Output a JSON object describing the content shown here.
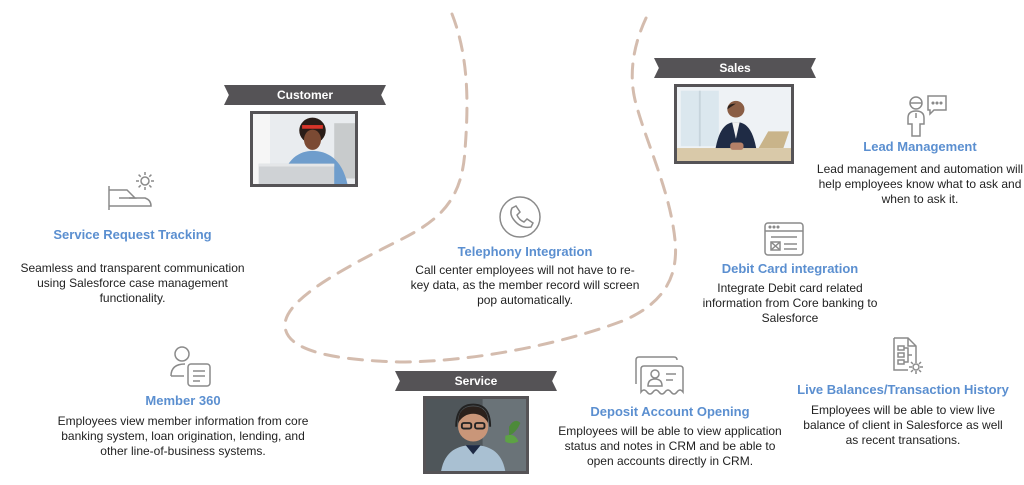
{
  "personas": {
    "customer": {
      "label": "Customer",
      "photo": "woman-with-laptop-photo"
    },
    "sales": {
      "label": "Sales",
      "photo": "businessman-at-desk-photo"
    },
    "service": {
      "label": "Service",
      "photo": "agent-with-headset-photo"
    }
  },
  "features": {
    "service_request": {
      "icon": "hand-gear-icon",
      "title": "Service Request Tracking",
      "desc": "Seamless and transparent communication using Salesforce case management functionality."
    },
    "member360": {
      "icon": "person-document-icon",
      "title": "Member 360",
      "desc": "Employees view member information from core banking system, loan origination, lending, and other line-of-business systems."
    },
    "telephony": {
      "icon": "phone-circle-icon",
      "title": "Telephony Integration",
      "desc": "Call center employees will not have to re-key data, as the member record will screen pop automatically."
    },
    "deposit": {
      "icon": "id-card-icon",
      "title": "Deposit Account Opening",
      "desc": "Employees will be able to view application status and notes in CRM and be able to open accounts directly in CRM."
    },
    "lead": {
      "icon": "person-chat-icon",
      "title": "Lead Management",
      "desc": "Lead management and automation will help employees know what to ask and when to ask it."
    },
    "debit": {
      "icon": "browser-card-icon",
      "title": "Debit Card integration",
      "desc": "Integrate Debit card related information from Core banking to Salesforce"
    },
    "balances": {
      "icon": "document-gear-icon",
      "title": "Live Balances/Transaction History",
      "desc": "Employees will be able to view  live balance of client in Salesforce as well as recent transations."
    }
  },
  "colors": {
    "ribbon": "#555356",
    "title_blue": "#5b8fd0",
    "dashed_path": "#d4bcae",
    "icon_gray": "#8a8a8a"
  }
}
